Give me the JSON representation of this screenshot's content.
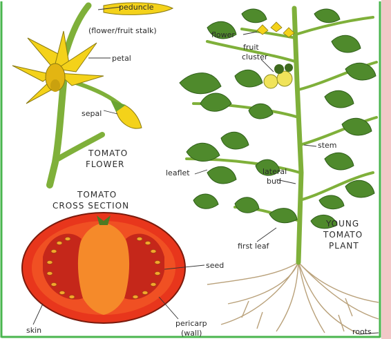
{
  "colors": {
    "frame_green": "#49b54e",
    "leaf_green": "#4f8a2c",
    "leaf_dark": "#2f5e1a",
    "stem_green": "#7fb03a",
    "flower_yellow": "#f4d21a",
    "tomato_red": "#e8361c",
    "tomato_inner": "#f26a22",
    "seed_orange": "#f3a62c",
    "root_tan": "#b9a17a",
    "pink_strip": "#f2c7c7"
  },
  "labels": {
    "peduncle": "peduncle",
    "peduncle_sub": "(flower/fruit stalk)",
    "petal": "petal",
    "sepal": "sepal",
    "flower_title_1": "TOMATO",
    "flower_title_2": "FLOWER",
    "cross_title_1": "TOMATO",
    "cross_title_2": "CROSS SECTION",
    "seed": "seed",
    "skin": "skin",
    "pericarp_1": "pericarp",
    "pericarp_2": "(wall)",
    "flower": "flower",
    "fruit_cluster_1": "fruit",
    "fruit_cluster_2": "cluster",
    "stem": "stem",
    "leaflet": "leaflet",
    "lateral_bud_1": "lateral",
    "lateral_bud_2": "bud",
    "first_leaf": "first leaf",
    "young_plant_1": "YOUNG",
    "young_plant_2": "TOMATO",
    "young_plant_3": "PLANT",
    "roots": "roots"
  }
}
